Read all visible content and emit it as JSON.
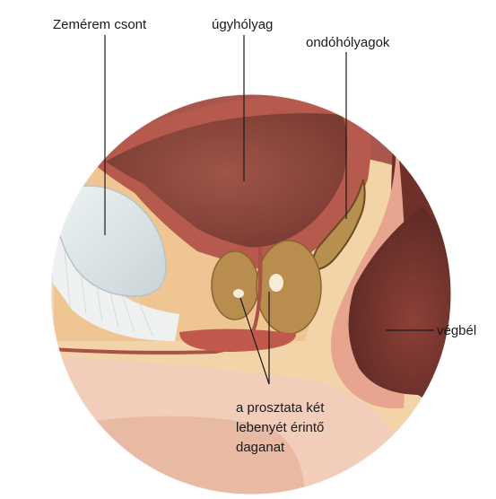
{
  "labels": {
    "pubic_bone": "Zemérem csont",
    "bladder": "úgyhólyag",
    "seminal_vesicles": "ondóhólyagok",
    "rectum": "végbél",
    "tumor_line1": "a prosztata két",
    "tumor_line2": "lebenyét érintő",
    "tumor_line3": "daganat"
  },
  "colors": {
    "bone": "#d9e2e4",
    "bladder_interior": "#8e4a3f",
    "bladder_wall": "#b7574c",
    "prostate": "#b98d4e",
    "fat": "#edc89a",
    "rectum_interior": "#7e3a34",
    "skin": "#f0cdb8",
    "tumor": "#f6ecd8"
  }
}
